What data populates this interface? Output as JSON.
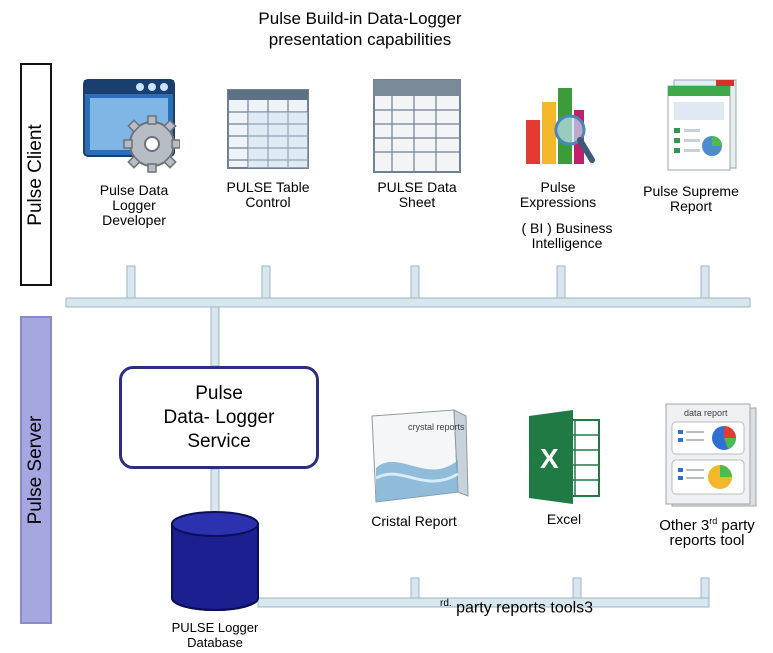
{
  "title_line1": "Pulse Build-in Data-Logger",
  "title_line2": "presentation capabilities",
  "panels": {
    "client": "Pulse Client",
    "server": "Pulse Server"
  },
  "client_tools": {
    "developer": "Pulse Data Logger Developer",
    "table_control": "PULSE Table Control",
    "data_sheet": "PULSE Data Sheet",
    "expressions_1": "Pulse Expressions",
    "expressions_2": "( BI ) Business Intelligence",
    "supreme": "Pulse Supreme Report"
  },
  "service": {
    "line1": "Pulse",
    "line2": "Data- Logger",
    "line3": "Service"
  },
  "server_tools": {
    "crystal": "Cristal Report",
    "crystal_logo": "crystal reports",
    "excel": "Excel",
    "excel_letter": "X",
    "other_pre": "Other 3",
    "other_sup": "rd",
    "other_post": "party reports tool",
    "data_report_caption": "data report"
  },
  "database": {
    "label": "PULSE Logger Database"
  },
  "bottom_note": {
    "sup": "rd.",
    "text": " party reports tools3"
  },
  "colors": {
    "bus": "#d8e6ee",
    "server_panel": "#a6a6e0",
    "service_border": "#2b2f7e",
    "db": "#1c1f8f",
    "excel": "#1f7a43"
  }
}
